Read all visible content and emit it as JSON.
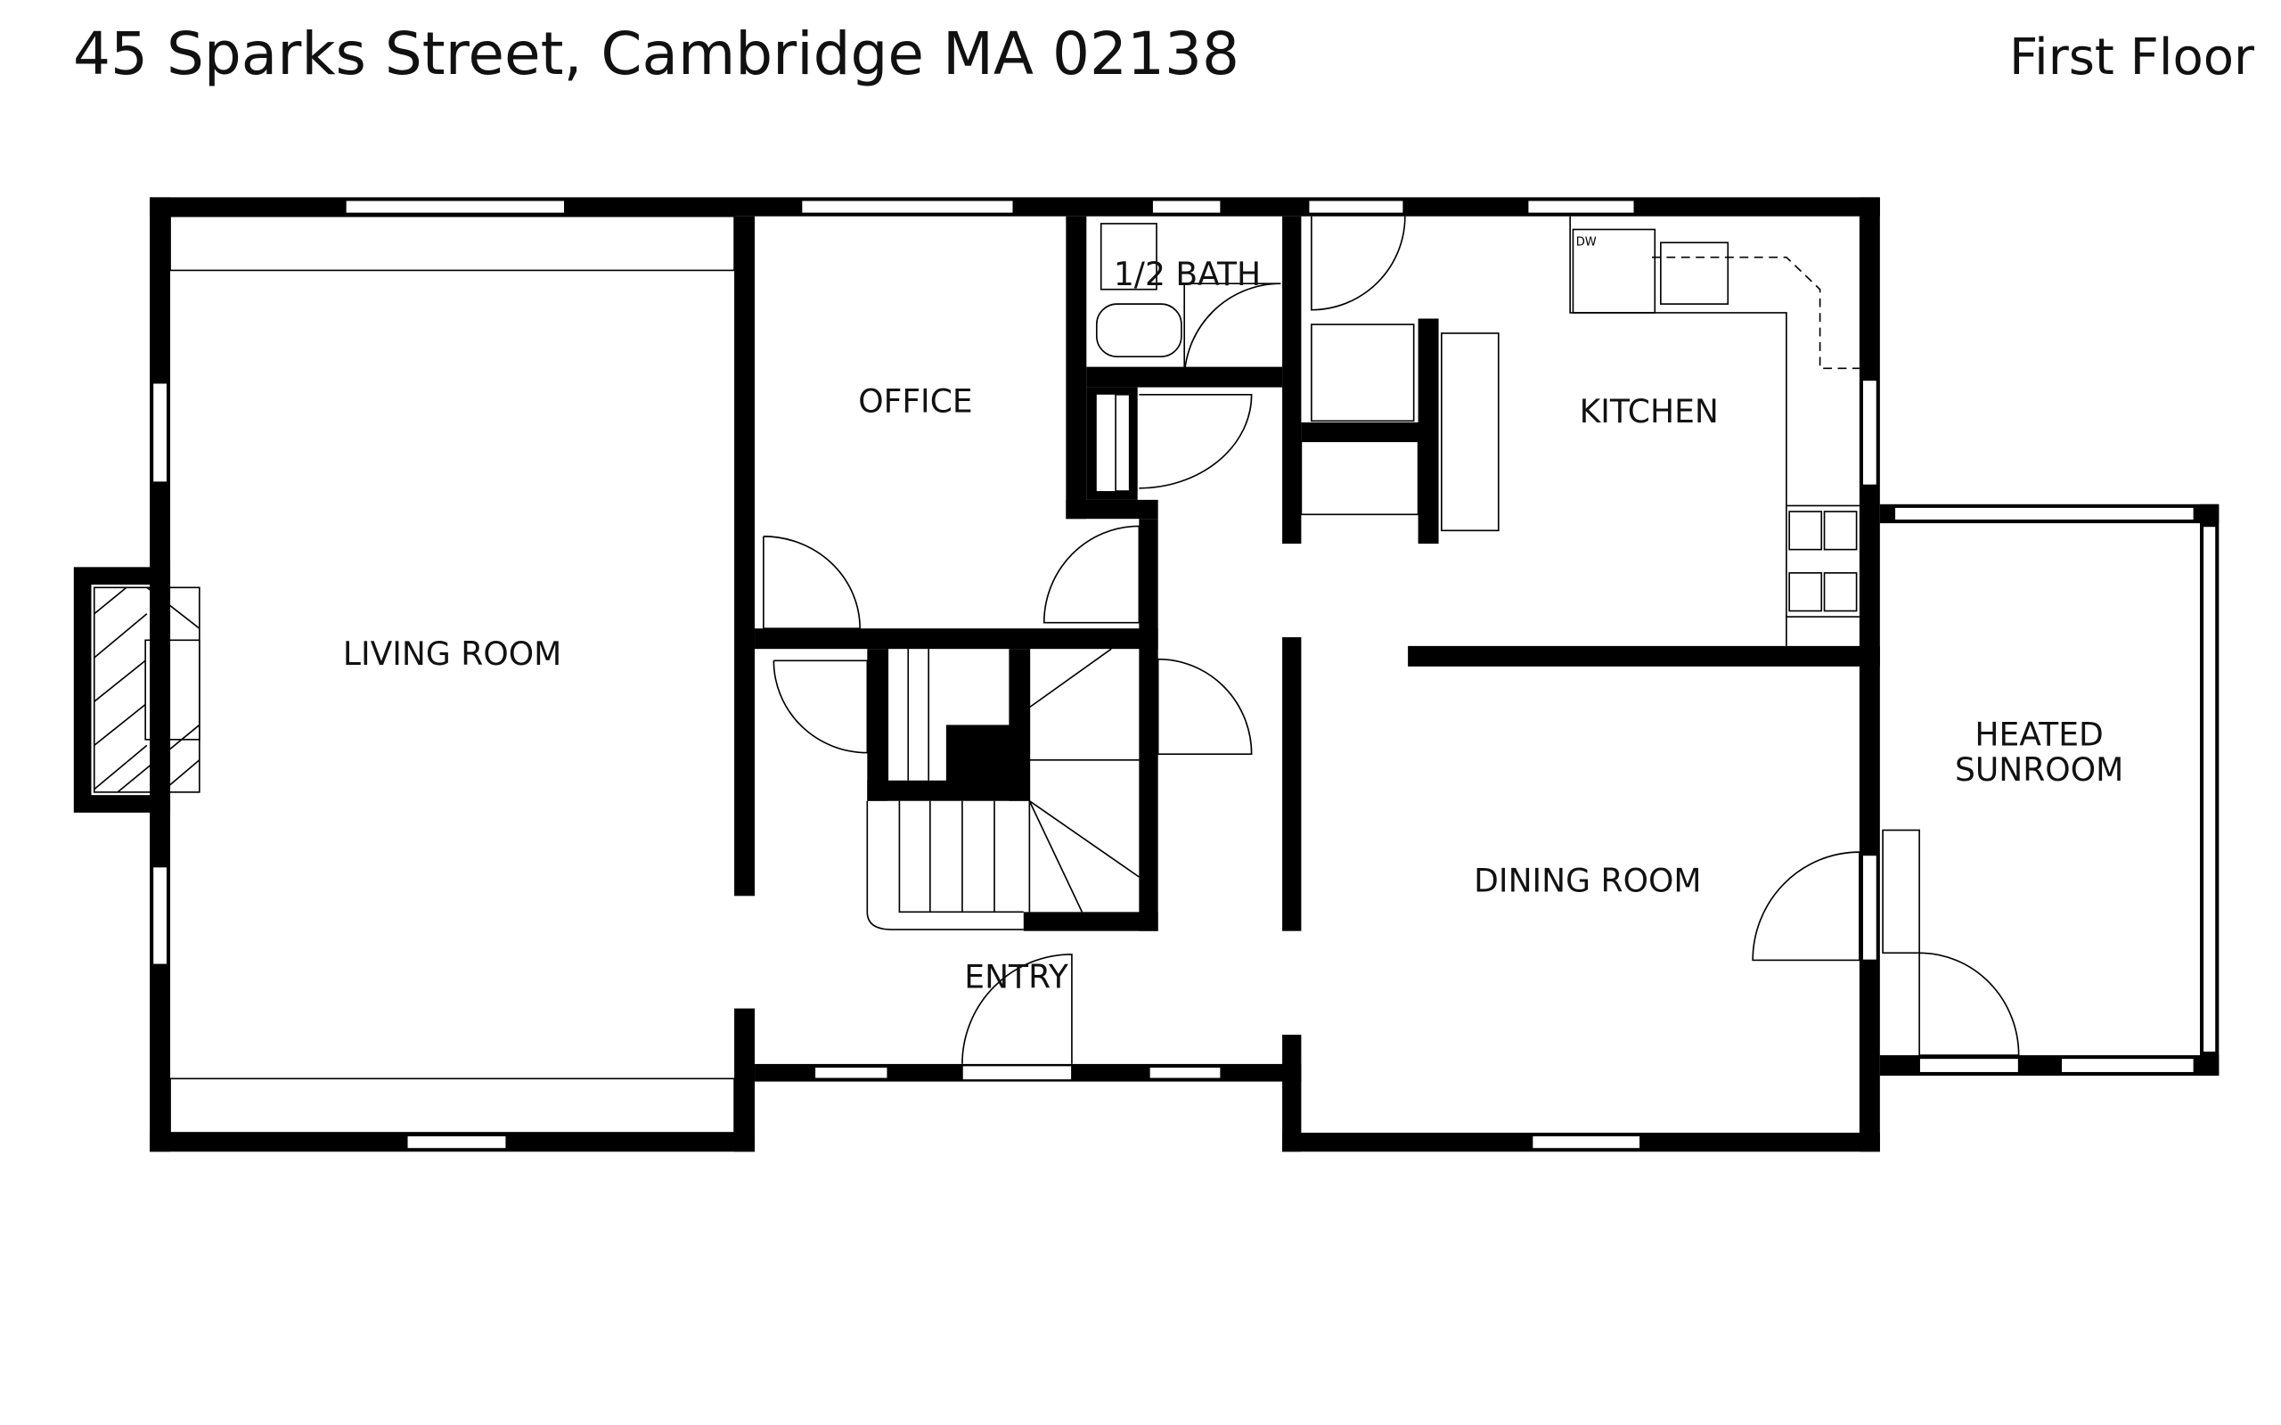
{
  "header": {
    "address": "45 Sparks Street, Cambridge MA 02138",
    "floor": "First Floor"
  },
  "rooms": {
    "living_room": "LIVING ROOM",
    "office": "OFFICE",
    "half_bath": "1/2 BATH",
    "kitchen": "KITCHEN",
    "entry": "ENTRY",
    "dining_room": "DINING ROOM",
    "sunroom_line1": "HEATED",
    "sunroom_line2": "SUNROOM"
  },
  "fixtures": {
    "dishwasher": "DW"
  }
}
